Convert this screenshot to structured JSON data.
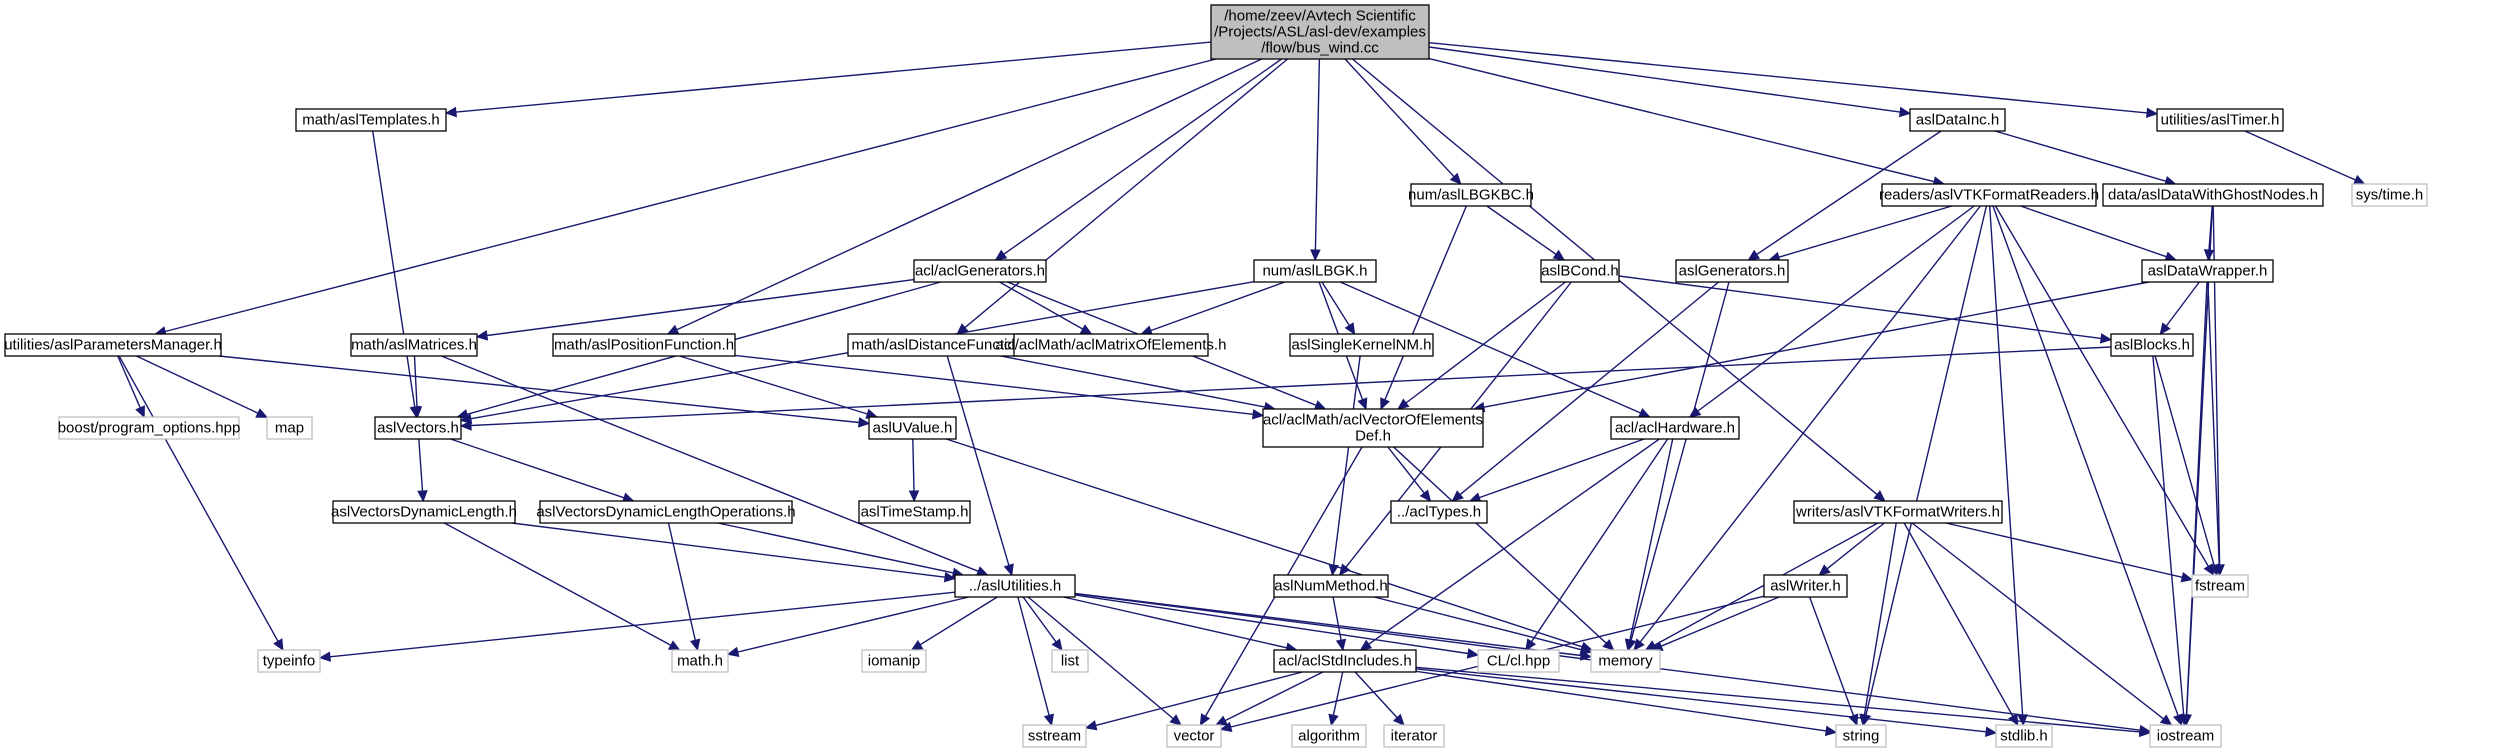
{
  "diagram": {
    "nodes": [
      {
        "id": "root",
        "lines": [
          "/home/zeev/Avtech Scientific",
          "/Projects/ASL/asl-dev/examples",
          "/flow/bus_wind.cc"
        ],
        "kind": "root"
      },
      {
        "id": "templates",
        "lines": [
          "math/aslTemplates.h"
        ],
        "kind": "doc"
      },
      {
        "id": "datainc",
        "lines": [
          "aslDataInc.h"
        ],
        "kind": "doc"
      },
      {
        "id": "timer",
        "lines": [
          "utilities/aslTimer.h"
        ],
        "kind": "doc"
      },
      {
        "id": "systime",
        "lines": [
          "sys/time.h"
        ],
        "kind": "sys"
      },
      {
        "id": "lbgkbc",
        "lines": [
          "num/aslLBGKBC.h"
        ],
        "kind": "doc"
      },
      {
        "id": "vtkreaders",
        "lines": [
          "readers/aslVTKFormatReaders.h"
        ],
        "kind": "doc"
      },
      {
        "id": "ghostnodes",
        "lines": [
          "data/aslDataWithGhostNodes.h"
        ],
        "kind": "doc"
      },
      {
        "id": "aclgenerators",
        "lines": [
          "acl/aclGenerators.h"
        ],
        "kind": "doc"
      },
      {
        "id": "lbgk",
        "lines": [
          "num/aslLBGK.h"
        ],
        "kind": "doc"
      },
      {
        "id": "bcond",
        "lines": [
          "aslBCond.h"
        ],
        "kind": "doc"
      },
      {
        "id": "aslgenerators",
        "lines": [
          "aslGenerators.h"
        ],
        "kind": "doc"
      },
      {
        "id": "datawrapper",
        "lines": [
          "aslDataWrapper.h"
        ],
        "kind": "doc"
      },
      {
        "id": "paramsmanager",
        "lines": [
          "utilities/aslParametersManager.h"
        ],
        "kind": "doc"
      },
      {
        "id": "matrices",
        "lines": [
          "math/aslMatrices.h"
        ],
        "kind": "doc"
      },
      {
        "id": "posfunction",
        "lines": [
          "math/aslPositionFunction.h"
        ],
        "kind": "doc"
      },
      {
        "id": "distfunction",
        "lines": [
          "math/aslDistanceFunction.h"
        ],
        "kind": "doc"
      },
      {
        "id": "matrixofelements",
        "lines": [
          "acl/aclMath/aclMatrixOfElements.h"
        ],
        "kind": "doc"
      },
      {
        "id": "singlekernel",
        "lines": [
          "aslSingleKernelNM.h"
        ],
        "kind": "doc"
      },
      {
        "id": "blocks",
        "lines": [
          "aslBlocks.h"
        ],
        "kind": "doc"
      },
      {
        "id": "boostpo",
        "lines": [
          "boost/program_options.hpp"
        ],
        "kind": "sys"
      },
      {
        "id": "map",
        "lines": [
          "map"
        ],
        "kind": "sys"
      },
      {
        "id": "vectors",
        "lines": [
          "aslVectors.h"
        ],
        "kind": "doc"
      },
      {
        "id": "uvalue",
        "lines": [
          "aslUValue.h"
        ],
        "kind": "doc"
      },
      {
        "id": "vectorofelements",
        "lines": [
          "acl/aclMath/aclVectorOfElements",
          "Def.h"
        ],
        "kind": "doc"
      },
      {
        "id": "hardware",
        "lines": [
          "acl/aclHardware.h"
        ],
        "kind": "doc"
      },
      {
        "id": "vdynlength",
        "lines": [
          "aslVectorsDynamicLength.h"
        ],
        "kind": "doc"
      },
      {
        "id": "vdynlengthops",
        "lines": [
          "aslVectorsDynamicLengthOperations.h"
        ],
        "kind": "doc"
      },
      {
        "id": "timestamp",
        "lines": [
          "aslTimeStamp.h"
        ],
        "kind": "doc"
      },
      {
        "id": "acltypes",
        "lines": [
          "../aclTypes.h"
        ],
        "kind": "doc"
      },
      {
        "id": "vtkwriters",
        "lines": [
          "writers/aslVTKFormatWriters.h"
        ],
        "kind": "doc"
      },
      {
        "id": "fstream",
        "lines": [
          "fstream"
        ],
        "kind": "sys"
      },
      {
        "id": "nummethod",
        "lines": [
          "aslNumMethod.h"
        ],
        "kind": "doc"
      },
      {
        "id": "writer",
        "lines": [
          "aslWriter.h"
        ],
        "kind": "doc"
      },
      {
        "id": "utilities",
        "lines": [
          "../aslUtilities.h"
        ],
        "kind": "doc"
      },
      {
        "id": "stdincludes",
        "lines": [
          "acl/aclStdIncludes.h"
        ],
        "kind": "doc"
      },
      {
        "id": "clhpp",
        "lines": [
          "CL/cl.hpp"
        ],
        "kind": "sys"
      },
      {
        "id": "memory",
        "lines": [
          "memory"
        ],
        "kind": "sys"
      },
      {
        "id": "typeinfo",
        "lines": [
          "typeinfo"
        ],
        "kind": "sys"
      },
      {
        "id": "mathh",
        "lines": [
          "math.h"
        ],
        "kind": "sys"
      },
      {
        "id": "iomanip",
        "lines": [
          "iomanip"
        ],
        "kind": "sys"
      },
      {
        "id": "list",
        "lines": [
          "list"
        ],
        "kind": "sys"
      },
      {
        "id": "sstream",
        "lines": [
          "sstream"
        ],
        "kind": "sys"
      },
      {
        "id": "vector",
        "lines": [
          "vector"
        ],
        "kind": "sys"
      },
      {
        "id": "algorithm",
        "lines": [
          "algorithm"
        ],
        "kind": "sys"
      },
      {
        "id": "iterator",
        "lines": [
          "iterator"
        ],
        "kind": "sys"
      },
      {
        "id": "string",
        "lines": [
          "string"
        ],
        "kind": "sys"
      },
      {
        "id": "stdlib",
        "lines": [
          "stdlib.h"
        ],
        "kind": "sys"
      },
      {
        "id": "iostream",
        "lines": [
          "iostream"
        ],
        "kind": "sys"
      }
    ],
    "edges": [
      [
        "root",
        "templates"
      ],
      [
        "root",
        "datainc"
      ],
      [
        "root",
        "timer"
      ],
      [
        "root",
        "lbgkbc"
      ],
      [
        "root",
        "vtkreaders"
      ],
      [
        "root",
        "aclgenerators"
      ],
      [
        "root",
        "lbgk"
      ],
      [
        "root",
        "paramsmanager"
      ],
      [
        "root",
        "posfunction"
      ],
      [
        "root",
        "distfunction"
      ],
      [
        "root",
        "vtkwriters"
      ],
      [
        "templates",
        "vectors"
      ],
      [
        "datainc",
        "aslgenerators"
      ],
      [
        "datainc",
        "ghostnodes"
      ],
      [
        "timer",
        "systime"
      ],
      [
        "lbgkbc",
        "bcond"
      ],
      [
        "lbgkbc",
        "vectorofelements"
      ],
      [
        "vtkreaders",
        "aslgenerators"
      ],
      [
        "vtkreaders",
        "datawrapper"
      ],
      [
        "vtkreaders",
        "hardware"
      ],
      [
        "vtkreaders",
        "fstream"
      ],
      [
        "vtkreaders",
        "memory"
      ],
      [
        "vtkreaders",
        "string"
      ],
      [
        "vtkreaders",
        "stdlib"
      ],
      [
        "vtkreaders",
        "iostream"
      ],
      [
        "ghostnodes",
        "datawrapper"
      ],
      [
        "ghostnodes",
        "fstream"
      ],
      [
        "ghostnodes",
        "iostream"
      ],
      [
        "aclgenerators",
        "matrices"
      ],
      [
        "aclgenerators",
        "matrixofelements"
      ],
      [
        "aclgenerators",
        "vectorofelements"
      ],
      [
        "aclgenerators",
        "vectors"
      ],
      [
        "lbgk",
        "vectors"
      ],
      [
        "lbgk",
        "matrixofelements"
      ],
      [
        "lbgk",
        "singlekernel"
      ],
      [
        "lbgk",
        "vectorofelements"
      ],
      [
        "lbgk",
        "hardware"
      ],
      [
        "bcond",
        "blocks"
      ],
      [
        "bcond",
        "vectorofelements"
      ],
      [
        "bcond",
        "nummethod"
      ],
      [
        "aslgenerators",
        "acltypes"
      ],
      [
        "aslgenerators",
        "memory"
      ],
      [
        "datawrapper",
        "blocks"
      ],
      [
        "datawrapper",
        "vectorofelements"
      ],
      [
        "datawrapper",
        "fstream"
      ],
      [
        "datawrapper",
        "iostream"
      ],
      [
        "paramsmanager",
        "boostpo"
      ],
      [
        "paramsmanager",
        "map"
      ],
      [
        "paramsmanager",
        "typeinfo"
      ],
      [
        "paramsmanager",
        "uvalue"
      ],
      [
        "matrices",
        "vectors"
      ],
      [
        "matrices",
        "utilities"
      ],
      [
        "posfunction",
        "uvalue"
      ],
      [
        "posfunction",
        "vectorofelements"
      ],
      [
        "distfunction",
        "vectorofelements"
      ],
      [
        "distfunction",
        "utilities"
      ],
      [
        "singlekernel",
        "nummethod"
      ],
      [
        "blocks",
        "vectors"
      ],
      [
        "blocks",
        "fstream"
      ],
      [
        "blocks",
        "iostream"
      ],
      [
        "vectors",
        "vdynlength"
      ],
      [
        "vectors",
        "vdynlengthops"
      ],
      [
        "uvalue",
        "timestamp"
      ],
      [
        "uvalue",
        "memory"
      ],
      [
        "vectorofelements",
        "acltypes"
      ],
      [
        "vectorofelements",
        "vector"
      ],
      [
        "vectorofelements",
        "memory"
      ],
      [
        "hardware",
        "acltypes"
      ],
      [
        "hardware",
        "stdincludes"
      ],
      [
        "hardware",
        "clhpp"
      ],
      [
        "hardware",
        "memory"
      ],
      [
        "vdynlength",
        "utilities"
      ],
      [
        "vdynlength",
        "mathh"
      ],
      [
        "vdynlengthops",
        "utilities"
      ],
      [
        "vdynlengthops",
        "mathh"
      ],
      [
        "vtkwriters",
        "writer"
      ],
      [
        "vtkwriters",
        "fstream"
      ],
      [
        "vtkwriters",
        "memory"
      ],
      [
        "vtkwriters",
        "string"
      ],
      [
        "vtkwriters",
        "stdlib"
      ],
      [
        "vtkwriters",
        "iostream"
      ],
      [
        "nummethod",
        "stdincludes"
      ],
      [
        "nummethod",
        "memory"
      ],
      [
        "writer",
        "memory"
      ],
      [
        "writer",
        "string"
      ],
      [
        "writer",
        "vector"
      ],
      [
        "utilities",
        "typeinfo"
      ],
      [
        "utilities",
        "mathh"
      ],
      [
        "utilities",
        "iomanip"
      ],
      [
        "utilities",
        "list"
      ],
      [
        "utilities",
        "sstream"
      ],
      [
        "utilities",
        "vector"
      ],
      [
        "utilities",
        "stdincludes"
      ],
      [
        "utilities",
        "clhpp"
      ],
      [
        "utilities",
        "memory"
      ],
      [
        "utilities",
        "iostream"
      ],
      [
        "stdincludes",
        "sstream"
      ],
      [
        "stdincludes",
        "vector"
      ],
      [
        "stdincludes",
        "algorithm"
      ],
      [
        "stdincludes",
        "iterator"
      ],
      [
        "stdincludes",
        "string"
      ],
      [
        "stdincludes",
        "stdlib"
      ],
      [
        "stdincludes",
        "iostream"
      ]
    ]
  }
}
